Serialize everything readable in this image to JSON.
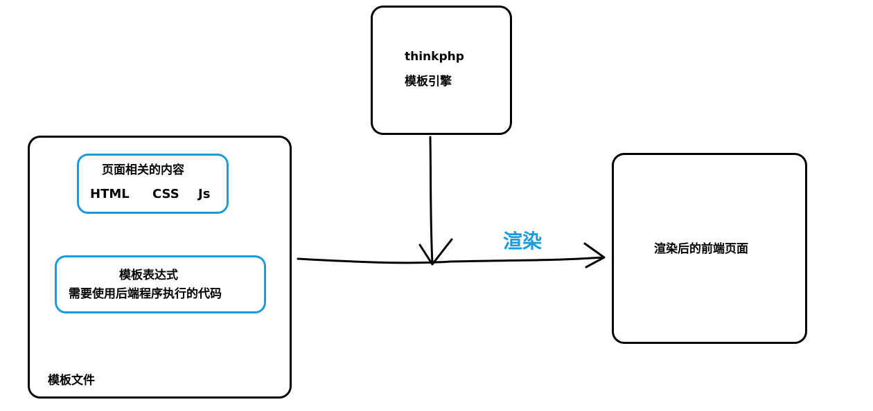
{
  "engine": {
    "line1": "thinkphp",
    "line2": "模板引擎"
  },
  "template_file": {
    "label": "模板文件",
    "page_content": {
      "title": "页面相关的内容",
      "html": "HTML",
      "css": "CSS",
      "js": "Js"
    },
    "template_expr": {
      "title": "模板表达式",
      "desc": "需要使用后端程序执行的代码"
    }
  },
  "render_label": "渲染",
  "output": {
    "label": "渲染后的前端页面"
  },
  "colors": {
    "stroke": "#000000",
    "accent": "#1a9be0"
  }
}
